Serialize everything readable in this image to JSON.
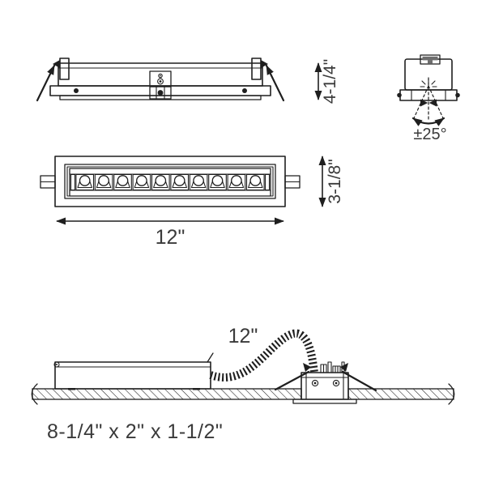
{
  "figure": {
    "type": "technical-line-drawing",
    "subject": "recessed linear multi-cell LED downlight dimension diagram",
    "colors": {
      "background": "#ffffff",
      "line": "#1f1f1f",
      "label_text": "#3a3a3a",
      "bracket_gray": "#6e6e6e"
    }
  },
  "views": {
    "side_view": {
      "label": "side elevation with mounting springs",
      "height_dimension": "4-1/4\""
    },
    "end_view": {
      "label": "end view with aiming angle",
      "tilt_range_label": "±25°"
    },
    "front_view": {
      "label": "front elevation of louver face",
      "height_dimension": "3-1/8\"",
      "width_dimension": "12\"",
      "led_cell_count": 10
    },
    "installation_view": {
      "label": "ceiling installation section with remote driver",
      "conduit_length_label": "12\"",
      "driver_box_dimensions": "8-1/4\" x 2\" x 1-1/2\""
    }
  }
}
